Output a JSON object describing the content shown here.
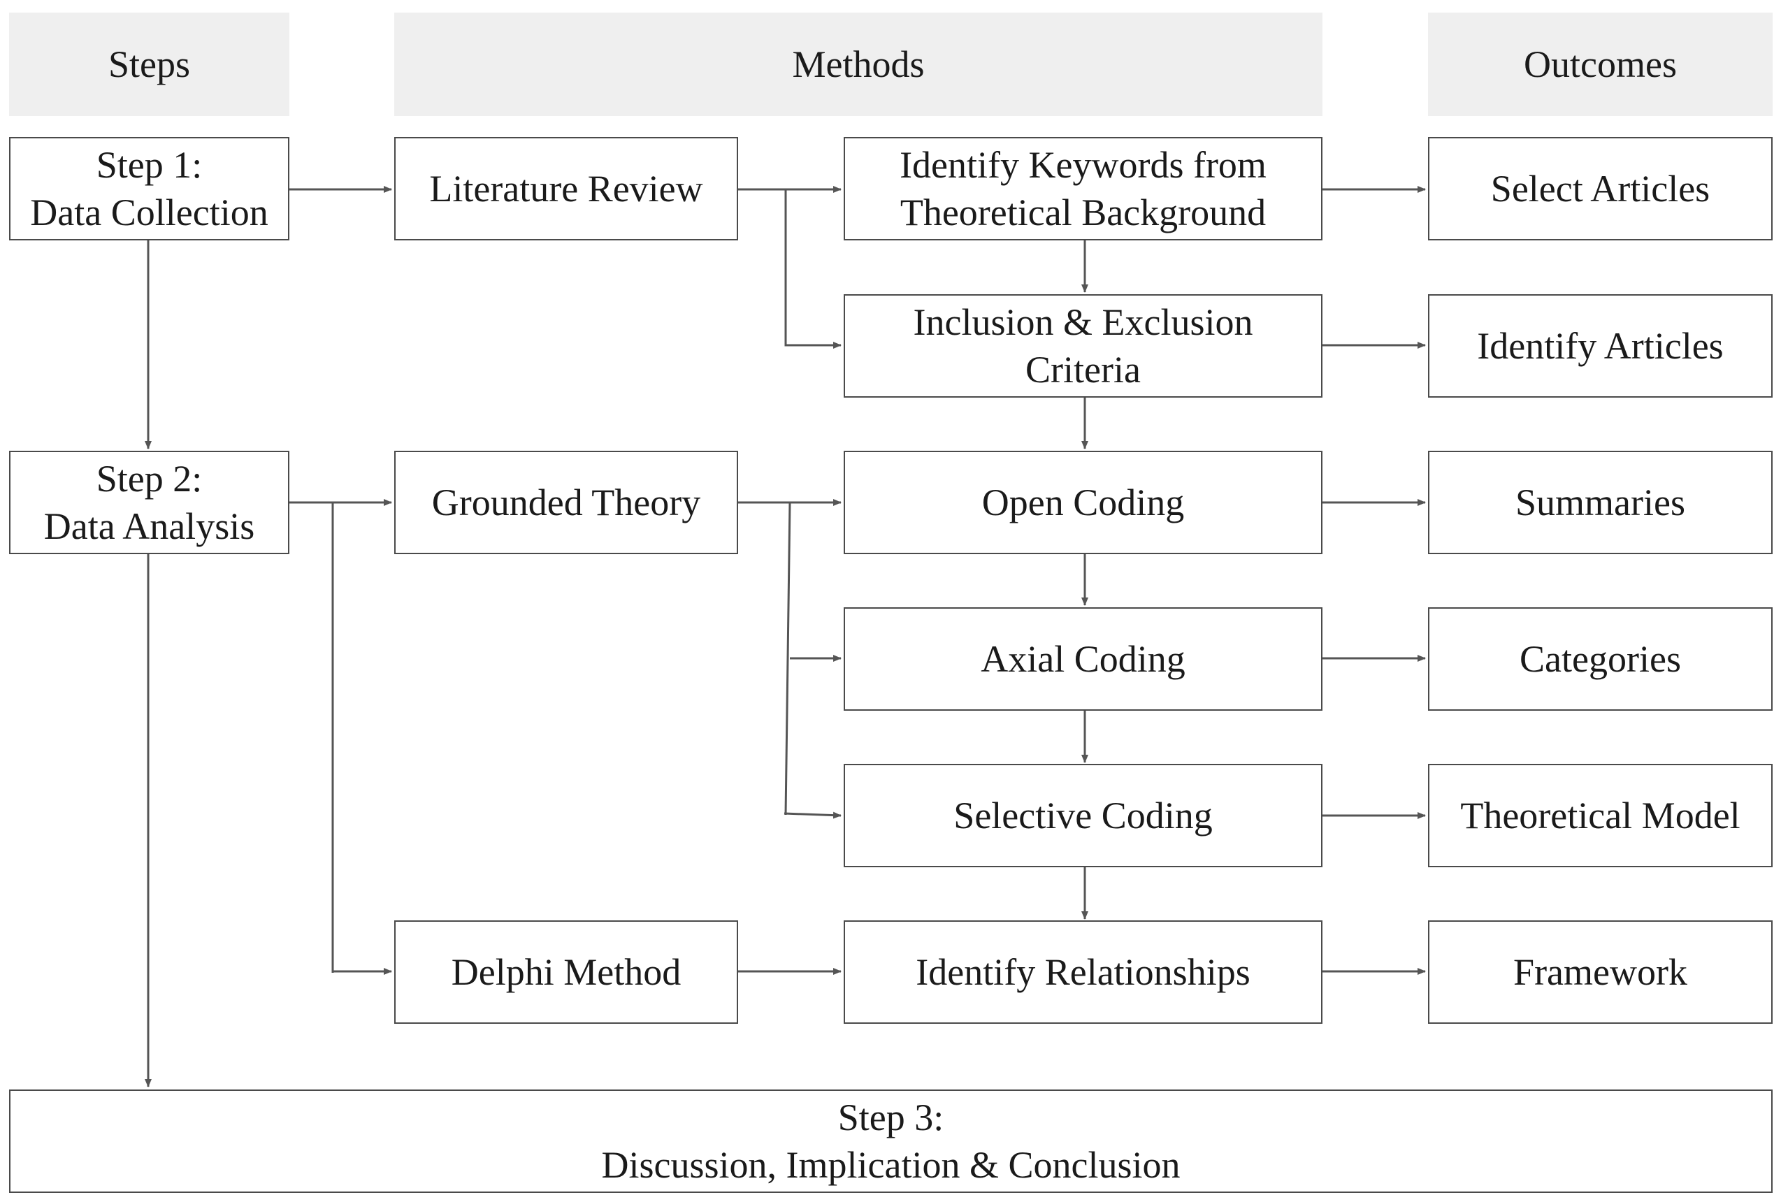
{
  "headers": {
    "steps": "Steps",
    "methods": "Methods",
    "outcomes": "Outcomes"
  },
  "steps": {
    "step1": {
      "line1": "Step 1:",
      "line2": "Data Collection"
    },
    "step2": {
      "line1": "Step 2:",
      "line2": "Data Analysis"
    },
    "step3": {
      "line1": "Step 3:",
      "line2": "Discussion, Implication & Conclusion"
    }
  },
  "methods": {
    "literature_review": "Literature Review",
    "identify_keywords": {
      "line1": "Identify Keywords from",
      "line2": "Theoretical Background"
    },
    "inclusion_exclusion": {
      "line1": "Inclusion & Exclusion",
      "line2": "Criteria"
    },
    "grounded_theory": "Grounded Theory",
    "open_coding": "Open Coding",
    "axial_coding": "Axial Coding",
    "selective_coding": "Selective Coding",
    "delphi_method": "Delphi Method",
    "identify_relationships": "Identify Relationships"
  },
  "outcomes": {
    "select_articles": "Select Articles",
    "identify_articles": "Identify Articles",
    "summaries": "Summaries",
    "categories": "Categories",
    "theoretical_model": "Theoretical Model",
    "framework": "Framework"
  },
  "colors": {
    "header_fill": "#efefef",
    "box_border": "#4a4a4a",
    "arrow": "#555555",
    "text": "#1a1a1a"
  }
}
